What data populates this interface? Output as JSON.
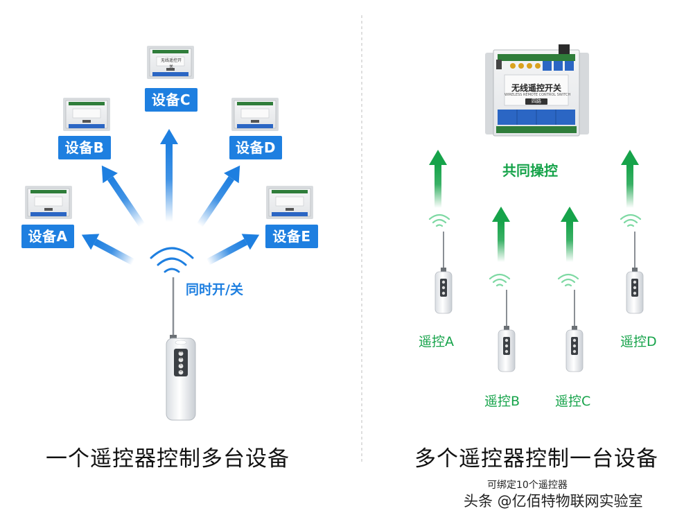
{
  "left": {
    "devices": [
      "设备A",
      "设备B",
      "设备C",
      "设备D",
      "设备E"
    ],
    "module_label": "无线遥控开关",
    "action_label": "同时开/关",
    "remote_buttons": [
      "A",
      "B",
      "C",
      "D"
    ],
    "caption": "一个遥控器控制多台设备"
  },
  "right": {
    "module_label": "无线遥控开关",
    "module_sublabel": "WIRELESS REMOTE CONTROL SWITCH",
    "module_badge": "四路",
    "shared_label": "共同操控",
    "remotes": [
      "遥控A",
      "遥控B",
      "遥控C",
      "遥控D"
    ],
    "caption": "多个遥控器控制一台设备",
    "note": "可绑定10个遥控器"
  },
  "watermark": "头条 @亿佰特物联网实验室",
  "colors": {
    "blue": "#1e7fe0",
    "green": "#16a34a",
    "divider": "#bdbdbd"
  }
}
